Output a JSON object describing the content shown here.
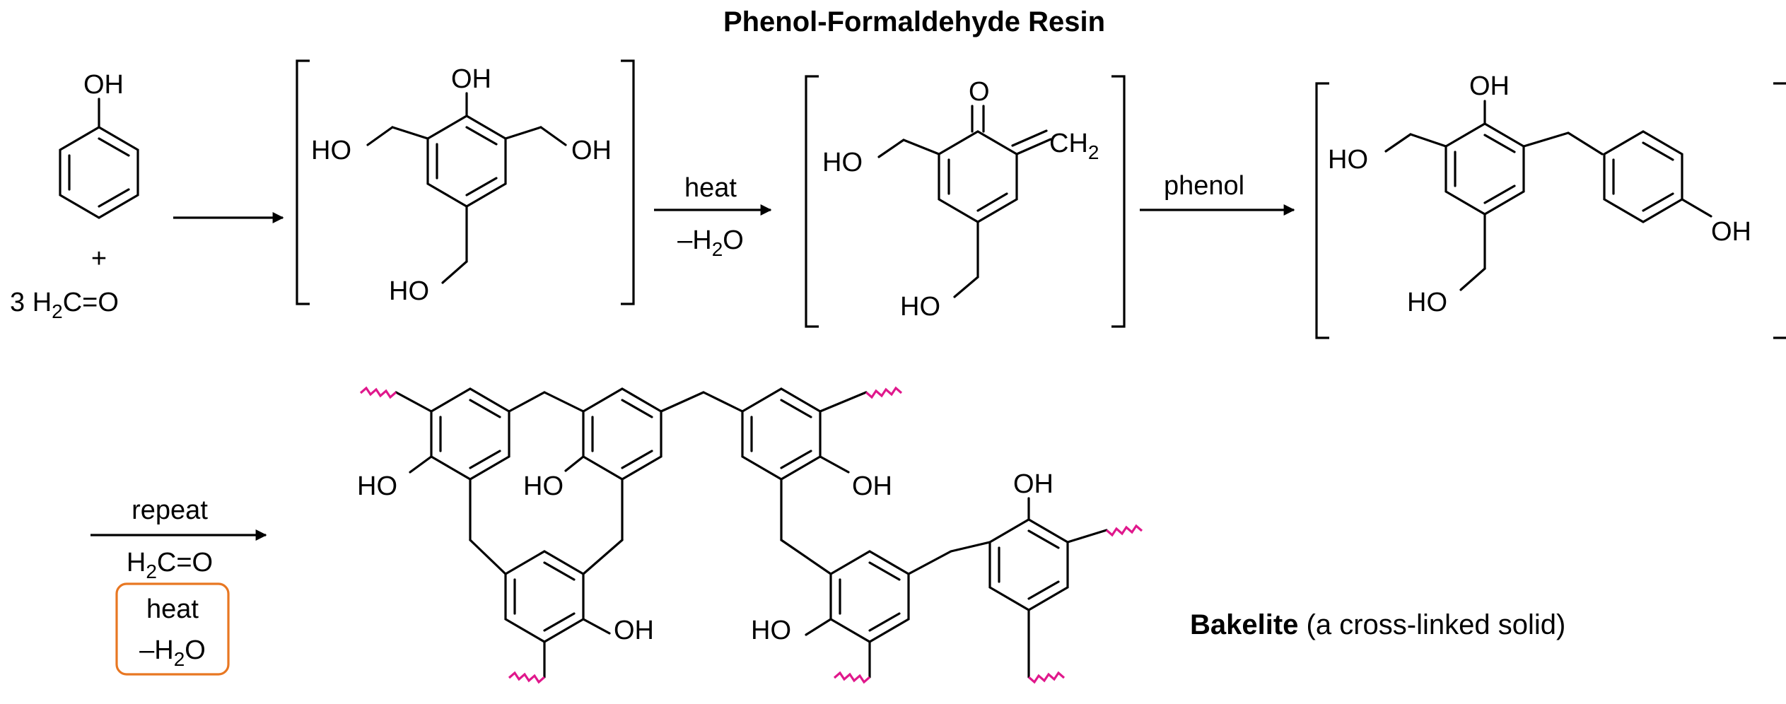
{
  "title": "Phenol-Formaldehyde Resin",
  "reactants": {
    "oh": "OH",
    "plus": "+",
    "formaldehyde": "3 H",
    "formaldehyde_sub": "2",
    "formaldehyde_rest": "C=O"
  },
  "groups": {
    "oh": "OH",
    "ho": "HO",
    "o": "O",
    "ch": "CH",
    "ch_sub": "2"
  },
  "steps": {
    "step1": {
      "top": "heat",
      "bottom_pre": "–H",
      "bottom_sub": "2",
      "bottom_post": "O"
    },
    "step2": {
      "top": "phenol"
    },
    "step3": {
      "top": "repeat",
      "reagent_pre": "H",
      "reagent_sub": "2",
      "reagent_post": "C=O",
      "box_line1": "heat",
      "box_line2_pre": "–H",
      "box_line2_sub": "2",
      "box_line2_post": "O"
    }
  },
  "product": {
    "name": "Bakelite",
    "description": " (a cross-linked solid)"
  },
  "colors": {
    "squiggle": "#e0188c",
    "box": "#e87722",
    "ink": "#000000"
  }
}
